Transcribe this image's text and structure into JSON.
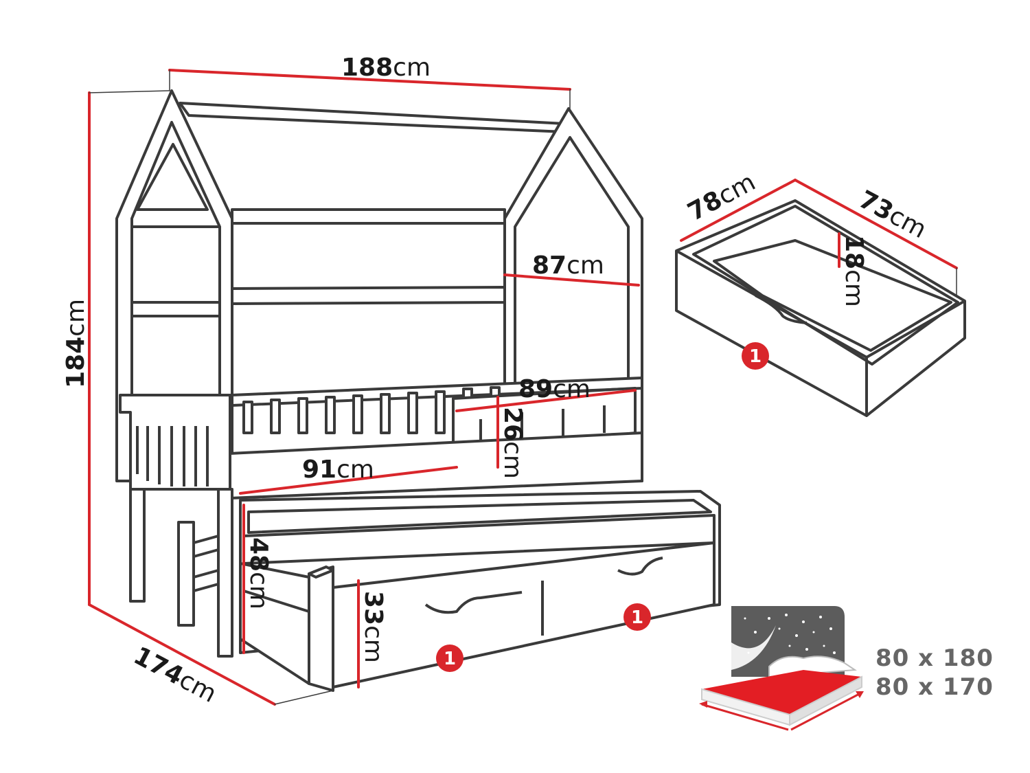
{
  "dimensions": {
    "width_top": {
      "value": "188",
      "unit": "cm"
    },
    "height_total": {
      "value": "184",
      "unit": "cm"
    },
    "depth_bottom": {
      "value": "174",
      "unit": "cm"
    },
    "roof_width": {
      "value": "87",
      "unit": "cm"
    },
    "rail_right_length": {
      "value": "89",
      "unit": "cm"
    },
    "rail_right_height": {
      "value": "26",
      "unit": "cm"
    },
    "opening_length": {
      "value": "91",
      "unit": "cm"
    },
    "bed_height": {
      "value": "48",
      "unit": "cm"
    },
    "trundle_height": {
      "value": "33",
      "unit": "cm"
    },
    "drawer_depth": {
      "value": "78",
      "unit": "cm"
    },
    "drawer_width": {
      "value": "73",
      "unit": "cm"
    },
    "drawer_height": {
      "value": "18",
      "unit": "cm"
    }
  },
  "badges": {
    "drawer_detail": "1",
    "drawer_left": "1",
    "drawer_right": "1"
  },
  "mattress_sizes": [
    "80 x 180",
    "80 x 170"
  ],
  "colors": {
    "dimension_line": "#d9262b",
    "outline": "#3a3a3a",
    "badge": "#d9262b",
    "mattress_red": "#e31e24",
    "night_panel": "#5c5c5c",
    "size_text": "#666666"
  }
}
